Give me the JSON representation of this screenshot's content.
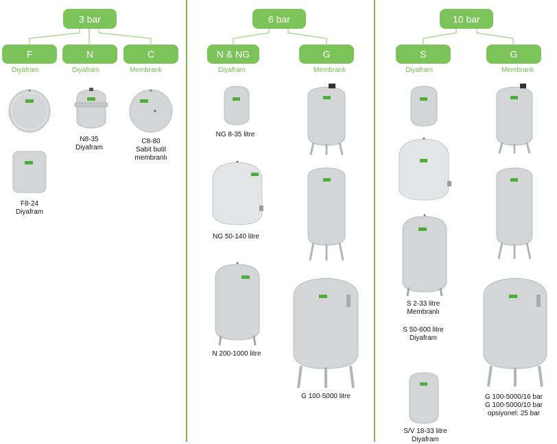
{
  "groups": [
    {
      "title": "3 bar",
      "types": [
        {
          "label": "F",
          "sub": "Diyafram"
        },
        {
          "label": "N",
          "sub": "Diyafram"
        },
        {
          "label": "C",
          "sub": "Membranlı"
        }
      ],
      "captions": [
        {
          "lines": [
            "N8-35",
            "Diyafram"
          ]
        },
        {
          "lines": [
            "C8-80",
            "Sabit butil",
            "membranlı"
          ]
        },
        {
          "lines": [
            "F8-24",
            "Diyafram"
          ]
        }
      ]
    },
    {
      "title": "6 bar",
      "types": [
        {
          "label": "N & NG",
          "sub": "Diyafram"
        },
        {
          "label": "G",
          "sub": "Membranlı"
        }
      ],
      "captions": [
        {
          "lines": [
            "NG 8-35 litre"
          ]
        },
        {
          "lines": [
            "NG 50-140 litre"
          ]
        },
        {
          "lines": [
            "N 200-1000 litre"
          ]
        },
        {
          "lines": [
            "G 100-5000 litre"
          ]
        }
      ]
    },
    {
      "title": "10 bar",
      "types": [
        {
          "label": "S",
          "sub": "Diyafram"
        },
        {
          "label": "G",
          "sub": "Membranlı"
        }
      ],
      "captions": [
        {
          "lines": [
            "S 2-33 litre",
            "Membranlı"
          ]
        },
        {
          "lines": [
            "S 50-600 litre",
            "Diyafram"
          ]
        },
        {
          "lines": [
            "S/V 18-33 litre",
            "Diyafram"
          ]
        },
        {
          "lines": [
            "G 100-5000/16 bar",
            "G 100-5000/10 bar",
            "opsiyonel: 25 bar"
          ]
        }
      ]
    }
  ],
  "colors": {
    "accent": "#7cc35a",
    "sub_text": "#76b849",
    "tank": "#d3d5d6",
    "label": "#4fae3a"
  }
}
